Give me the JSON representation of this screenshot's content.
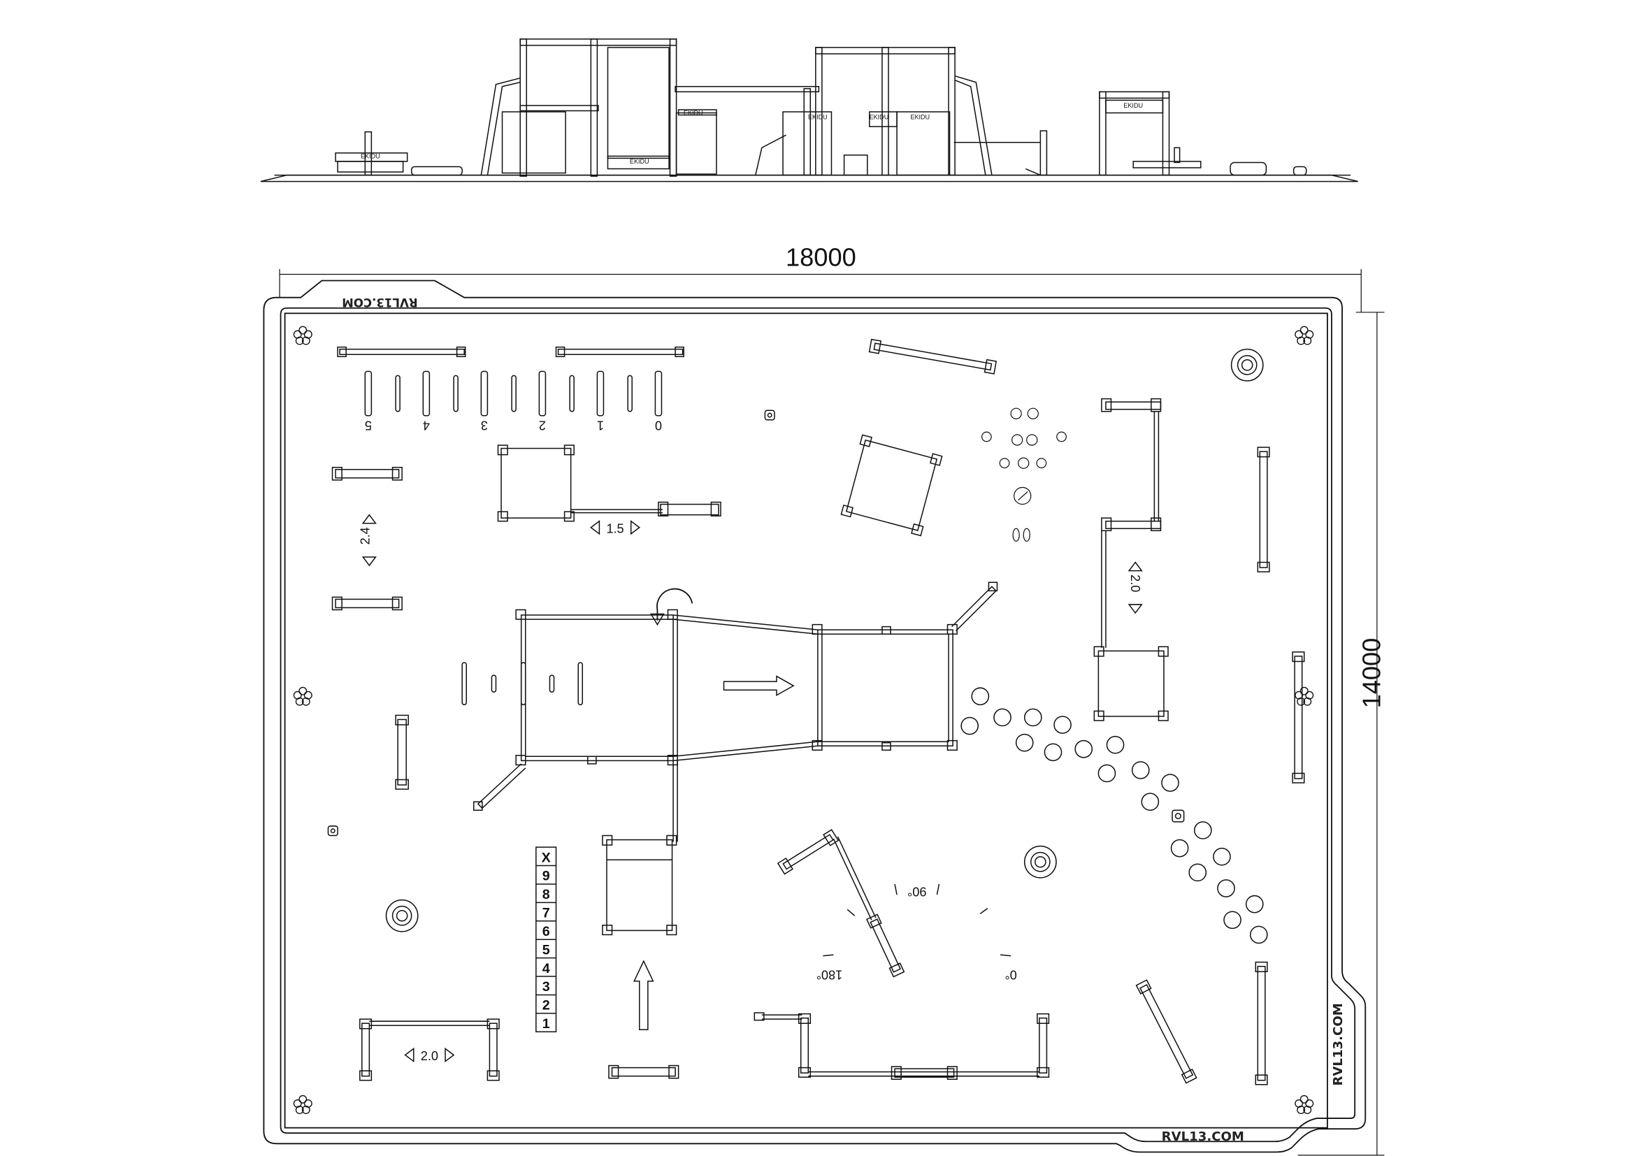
{
  "dimensions": {
    "width_mm": "18000",
    "depth_mm": "14000"
  },
  "brand": {
    "name": "RVL13.COM"
  },
  "angles": {
    "a90": "90°",
    "a180": "180°",
    "a0": "0°"
  },
  "spans": {
    "s15": "1.5",
    "s24": "2.4",
    "s20": "2.0",
    "s20b": "2.0"
  },
  "ladder_numbers": [
    "5",
    "4",
    "3",
    "2",
    "1",
    "0"
  ],
  "number_column": [
    "X",
    "9",
    "8",
    "7",
    "6",
    "5",
    "4",
    "3",
    "2",
    "1"
  ],
  "elevation_plates": [
    "EKIDU",
    "EKIDU",
    "EKIDU",
    "EKIDU",
    "EKIDU",
    "EKIDU",
    "EKIDU"
  ]
}
